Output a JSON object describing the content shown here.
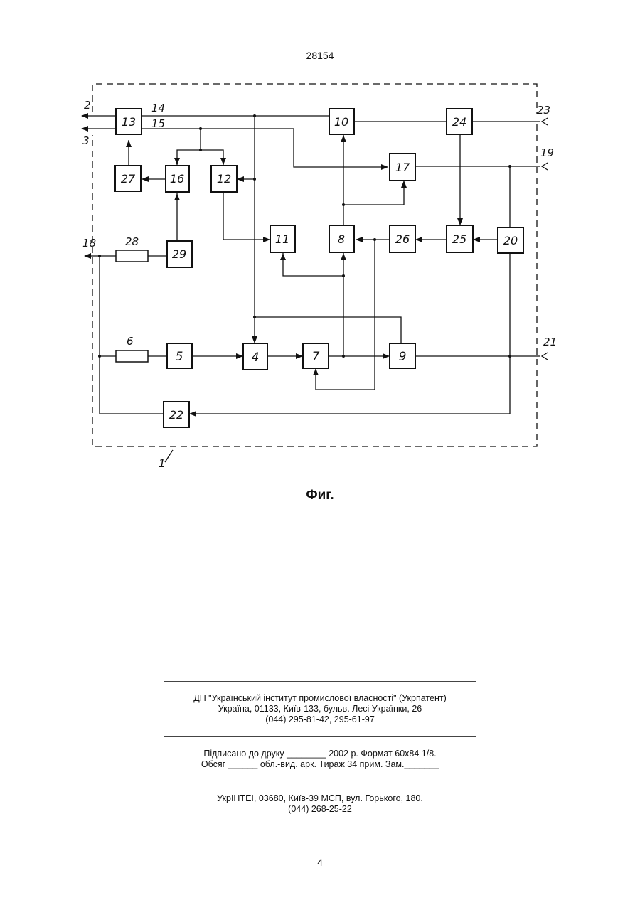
{
  "header": {
    "doc_number": "28154"
  },
  "diagram": {
    "blocks": [
      "13",
      "10",
      "24",
      "27",
      "16",
      "12",
      "17",
      "11",
      "8",
      "26",
      "25",
      "20",
      "29",
      "5",
      "4",
      "7",
      "9",
      "22"
    ],
    "terminal_labels": [
      "2",
      "3",
      "14",
      "15",
      "23",
      "19",
      "18",
      "28",
      "6",
      "21",
      "1"
    ]
  },
  "caption": "Фиг.",
  "imprint": {
    "org_line1": "ДП \"Український інститут промислової власності\" (Укрпатент)",
    "org_line2": "Україна, 01133, Київ-133, бульв. Лесі Українки, 26",
    "org_line3": "(044) 295-81-42, 295-61-97",
    "print_line1": "Підписано до друку ________ 2002 р.    Формат 60х84 1/8.",
    "print_line2": "Обсяг ______ обл.-вид. арк.   Тираж 34 прим.    Зам._______",
    "publisher_line1": "УкрІНТЕІ, 03680, Київ-39 МСП, вул. Горького, 180.",
    "publisher_line2": "(044) 268-25-22"
  },
  "footer": {
    "page_number": "4"
  }
}
